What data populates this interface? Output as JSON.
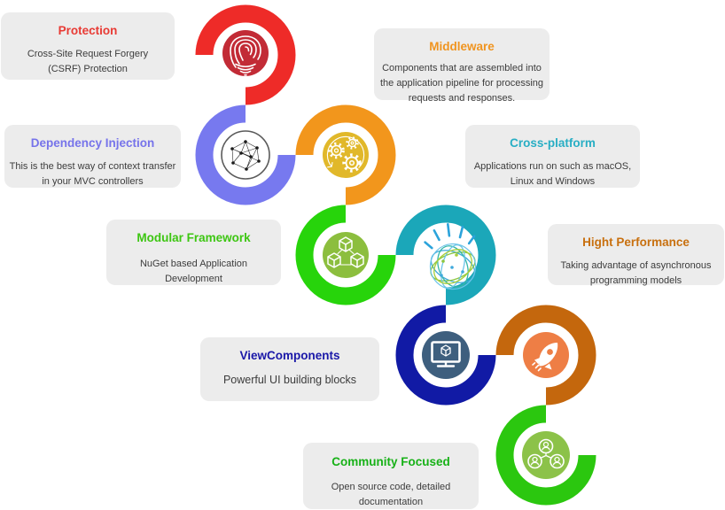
{
  "diagram": {
    "background": "#ffffff",
    "card_background": "#ececec",
    "body_text_color": "#3c3c3c"
  },
  "features": [
    {
      "id": "protection",
      "title": "Protection",
      "description": "Cross-Site Request Forgery (CSRF) Protection",
      "title_color": "#e83a34",
      "ring_color": "#ee2b28",
      "icon": "fingerprint-icon",
      "icon_bg": "#c22b36"
    },
    {
      "id": "dependency-injection",
      "title": "Dependency Injection",
      "description": "This is the best way of context transfer in your MVC controllers",
      "title_color": "#7673ea",
      "ring_color": "#7779ef",
      "icon": "network-graph-icon",
      "icon_bg": "#ffffff",
      "icon_outline": "#5a5a5a",
      "icon_ink": "#2b2b2b"
    },
    {
      "id": "middleware",
      "title": "Middleware",
      "description": "Components that are assembled into the application pipeline for processing requests and responses.",
      "title_color": "#f0941f",
      "ring_color": "#f2961c",
      "icon": "gears-icon",
      "icon_bg": "#e1b82a"
    },
    {
      "id": "modular-framework",
      "title": "Modular Framework",
      "description": "NuGet based Application Development",
      "title_color": "#3dc612",
      "ring_color": "#27d40b",
      "icon": "cubes-icon",
      "icon_bg": "#8cbe3e"
    },
    {
      "id": "cross-platform",
      "title": "Cross-platform",
      "description": "Applications run on such as macOS, Linux and Windows",
      "title_color": "#28aec4",
      "ring_color": "#1ba7b9",
      "icon": "watson-sphere-icon",
      "icon_colors": {
        "blue": "#3fa9dc",
        "light_blue": "#6bc4e8",
        "green": "#8cc63f",
        "yellow_green": "#a8ce38",
        "teal": "#35b6a8",
        "ray": "#2ba3db"
      }
    },
    {
      "id": "viewcomponents",
      "title": "ViewComponents",
      "description": "Powerful UI building blocks",
      "title_color": "#1a18a8",
      "ring_color": "#111aa5",
      "icon": "monitor-cube-icon",
      "icon_bg": "#3e5f7e"
    },
    {
      "id": "hight-performance",
      "title": "Hight Performance",
      "description": "Taking advantage of asynchronous programming models",
      "title_color": "#c8700f",
      "ring_color": "#c4670d",
      "icon": "rocket-icon",
      "icon_bg": "#ee7e45"
    },
    {
      "id": "community-focused",
      "title": "Community Focused",
      "description": "Open source code, detailed documentation",
      "title_color": "#17b117",
      "ring_color": "#2bc70f",
      "icon": "community-icon",
      "icon_bg": "#8cc249"
    }
  ]
}
